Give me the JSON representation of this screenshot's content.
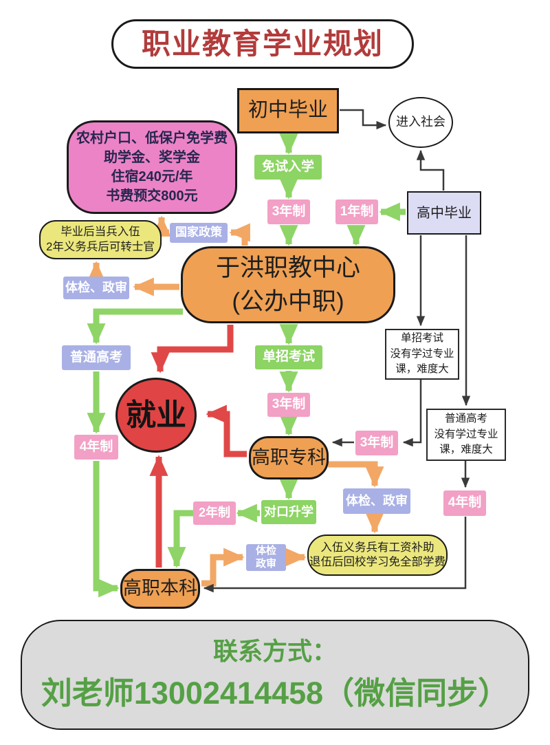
{
  "title": "职业教育学业规划",
  "palette": {
    "title_red": "#B23B3B",
    "orange_node": "#EFA053",
    "pink_node": "#F2A0C5",
    "green_node": "#8CD463",
    "lavender_node": "#A9B0E5",
    "senior_node": "#DCDCF5",
    "magenta_node": "#EC83C6",
    "yellow_node": "#EBE77D",
    "red_node": "#E04444",
    "gray_node": "#DBDBDB",
    "contact_green": "#55A045",
    "arrow_green": "#8FD466",
    "arrow_orange": "#F2A765",
    "arrow_red": "#E04848",
    "arrow_black": "#3A3A3A"
  },
  "nodes": {
    "junior_graduation": "初中毕业",
    "enter_society": "进入社会",
    "benefits": {
      "line1": "农村户口、低保户免学费",
      "line2": "助学金、奖学金",
      "line3": "住宿240元/年",
      "line4": "书费预交800元"
    },
    "exam_free": "免试入学",
    "three_year_a": "3年制",
    "one_year": "1年制",
    "senior_graduation": "高中毕业",
    "army_after_grad": {
      "line1": "毕业后当兵入伍",
      "line2": "2年义务兵后可转士官"
    },
    "national_policy": "国家政策",
    "center": {
      "line1": "于洪职教中心",
      "line2": "(公办中职)"
    },
    "checkup_left": "体检、政审",
    "gaokao": "普通高考",
    "employment": "就业",
    "four_year_left": "4年制",
    "single_exam": "单招考试",
    "three_year_b": "3年制",
    "college": "高职专科",
    "three_year_c": "3年制",
    "single_exam_warning": {
      "line1": "单招考试",
      "line2": "没有学过专业",
      "line3": "课，难度大"
    },
    "gaokao_warning": {
      "line1": "普通高考",
      "line2": "没有学过专业",
      "line3": "课，难度大"
    },
    "counterpart_promotion": "对口升学",
    "two_year": "2年制",
    "checkup_small": {
      "line1": "体检",
      "line2": "政审"
    },
    "checkup_right": "体检、政审",
    "four_year_right": "4年制",
    "army_benefit": {
      "line1": "入伍义务兵有工资补助",
      "line2": "退伍后回校学习免全部学费"
    },
    "bachelor": "高职本科"
  },
  "contact": {
    "line1": "联系方式：",
    "line2": "刘老师13002414458（微信同步）"
  }
}
